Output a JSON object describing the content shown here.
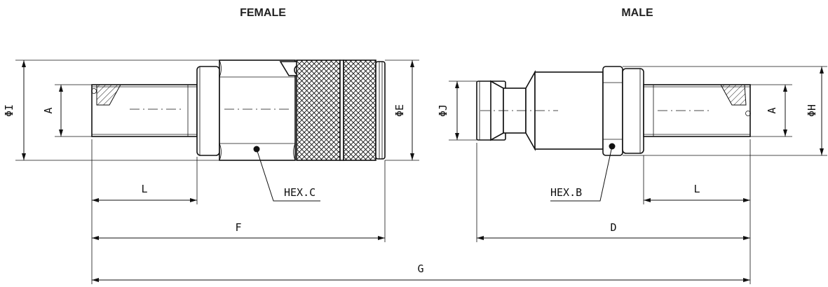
{
  "titles": {
    "female": "FEMALE",
    "male": "MALE"
  },
  "female_labels": {
    "dia_i": "ΦI",
    "a": "A",
    "dia_e": "ΦE",
    "hex_c": "HEX.C",
    "l": "L",
    "f": "F"
  },
  "male_labels": {
    "dia_j": "ΦJ",
    "a": "A",
    "dia_h": "ΦH",
    "hex_b": "HEX.B",
    "l": "L",
    "d": "D"
  },
  "overall": {
    "g": "G"
  }
}
